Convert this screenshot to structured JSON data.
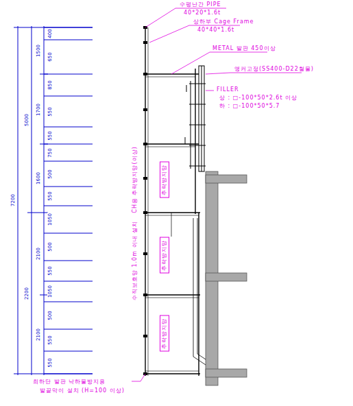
{
  "diagram": {
    "nodes": [
      {
        "text": [
          "추락방지망"
        ]
      },
      {
        "text": [
          "추락방지망"
        ]
      },
      {
        "text": [
          "추락방지망"
        ]
      }
    ],
    "labels": [
      "수평난간 PIPE",
      "40*20*1.6t",
      "상하부 Cage Frame",
      "40*40*1.6t",
      "METAL 발판 450이상",
      "앵커고정(SS400-D22철물)",
      "FILLER",
      "상 : □-100*50*2.6t 이상",
      "하 : □-100*50*5.7",
      "CH용 추락방지망(이상)",
      "수직보호망 1.0m 이내 설치",
      "최하단 발판 낙하물방지용",
      "발끝막이 설치 (H=100 이상)",
      "7200",
      "5000",
      "2200",
      "1500",
      "1700",
      "1600",
      "2100",
      "2100",
      "400",
      "650",
      "850",
      "550",
      "550",
      "750",
      "500",
      "550",
      "1050",
      "500",
      "550",
      "1050",
      "500",
      "550",
      "550"
    ]
  }
}
